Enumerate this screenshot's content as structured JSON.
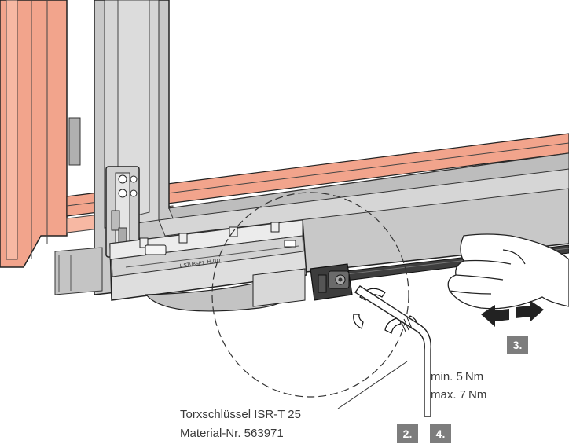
{
  "callouts": {
    "torque_min": "min. 5 Nm",
    "torque_max": "max. 7 Nm",
    "tool_name": "Torxschlüssel ISR-T 25",
    "tool_material": "Material-Nr. 563971"
  },
  "steps": {
    "step_2": "2.",
    "step_3": "3.",
    "step_4": "4."
  },
  "hardware_markings": {
    "part_code": "L STU8SP7",
    "brand": "HUTU"
  },
  "colors": {
    "sash_frame": "#f2a48c",
    "window_frame": "#c8c8c8",
    "glass_recess": "#d6d6d6",
    "step_badge": "#7d7d7d",
    "rod": "#3e3e3e"
  }
}
